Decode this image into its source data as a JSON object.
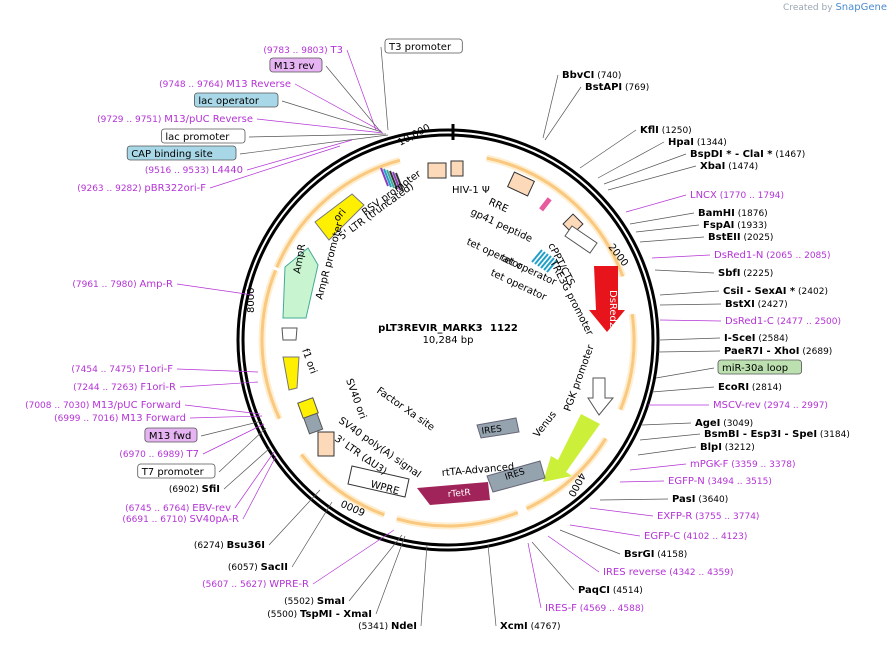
{
  "watermark": {
    "prefix": "Created by",
    "brand": "SnapGene"
  },
  "plasmid": {
    "name": "pLT3REVIR_MARK3",
    "length": "1122",
    "bp": "10,284 bp"
  },
  "colors": {
    "enzyme": "#000000",
    "feature": "#a020c0",
    "backbone": "#000000",
    "orange": "#f3a33c"
  },
  "ticks": [
    "2000",
    "4000",
    "6000",
    "8000",
    "10,000"
  ],
  "labels": [
    {
      "pre": "(9783 .. 9803)",
      "name": "T3",
      "kind": "feature"
    },
    {
      "name": "T3 promoter",
      "kind": "boxed"
    },
    {
      "name": "M13 rev",
      "kind": "boxed-purple"
    },
    {
      "pre": "(9748 .. 9764)",
      "name": "M13 Reverse",
      "kind": "feature"
    },
    {
      "name": "lac operator",
      "kind": "boxed-teal"
    },
    {
      "pre": "(9729 .. 9751)",
      "name": "M13/pUC Reverse",
      "kind": "feature"
    },
    {
      "name": "lac promoter",
      "kind": "boxed"
    },
    {
      "name": "CAP binding site",
      "kind": "boxed-teal"
    },
    {
      "pre": "(9516 .. 9533)",
      "name": "L4440",
      "kind": "feature"
    },
    {
      "pre": "(9263 .. 9282)",
      "name": "pBR322ori-F",
      "kind": "feature"
    },
    {
      "pre": "(7961 .. 7980)",
      "name": "Amp-R",
      "kind": "feature"
    },
    {
      "pre": "(7454 .. 7475)",
      "name": "F1ori-F",
      "kind": "feature"
    },
    {
      "pre": "(7244 .. 7263)",
      "name": "F1ori-R",
      "kind": "feature"
    },
    {
      "pre": "(7008 .. 7030)",
      "name": "M13/pUC Forward",
      "kind": "feature"
    },
    {
      "pre": "(6999 .. 7016)",
      "name": "M13 Forward",
      "kind": "feature"
    },
    {
      "name": "M13 fwd",
      "kind": "boxed-purple"
    },
    {
      "pre": "(6970 .. 6989)",
      "name": "T7",
      "kind": "feature"
    },
    {
      "name": "T7 promoter",
      "kind": "boxed"
    },
    {
      "pre": "(6902)",
      "name": "SfiI",
      "kind": "enzyme"
    },
    {
      "pre": "(6745 .. 6764)",
      "name": "EBV-rev",
      "kind": "feature"
    },
    {
      "pre": "(6691 .. 6710)",
      "name": "SV40pA-R",
      "kind": "feature"
    },
    {
      "pre": "(6274)",
      "name": "Bsu36I",
      "kind": "enzyme"
    },
    {
      "pre": "(6057)",
      "name": "SacII",
      "kind": "enzyme"
    },
    {
      "pre": "(5607 .. 5627)",
      "name": "WPRE-R",
      "kind": "feature"
    },
    {
      "pre": "(5502)",
      "name": "SmaI",
      "kind": "enzyme"
    },
    {
      "pre": "(5500)",
      "name": "TspMI - XmaI",
      "kind": "enzyme"
    },
    {
      "pre": "(5341)",
      "name": "NdeI",
      "kind": "enzyme"
    },
    {
      "name": "XcmI",
      "post": "(4767)",
      "kind": "enzyme"
    },
    {
      "name": "IRES-F",
      "post": "(4569 .. 4588)",
      "kind": "feature"
    },
    {
      "name": "PaqCI",
      "post": "(4514)",
      "kind": "enzyme"
    },
    {
      "name": "IRES reverse",
      "post": "(4342 .. 4359)",
      "kind": "feature"
    },
    {
      "name": "BsrGI",
      "post": "(4158)",
      "kind": "enzyme"
    },
    {
      "name": "EGFP-C",
      "post": "(4102 .. 4123)",
      "kind": "feature"
    },
    {
      "name": "EXFP-R",
      "post": "(3755 .. 3774)",
      "kind": "feature"
    },
    {
      "name": "PasI",
      "post": "(3640)",
      "kind": "enzyme"
    },
    {
      "name": "EGFP-N",
      "post": "(3494 .. 3515)",
      "kind": "feature"
    },
    {
      "name": "mPGK-F",
      "post": "(3359 .. 3378)",
      "kind": "feature"
    },
    {
      "name": "BlpI",
      "post": "(3212)",
      "kind": "enzyme"
    },
    {
      "name": "BsmBI - Esp3I - SpeI",
      "post": "(3184)",
      "kind": "enzyme"
    },
    {
      "name": "AgeI",
      "post": "(3049)",
      "kind": "enzyme"
    },
    {
      "name": "MSCV-rev",
      "post": "(2974 .. 2997)",
      "kind": "feature"
    },
    {
      "name": "EcoRI",
      "post": "(2814)",
      "kind": "enzyme"
    },
    {
      "name": "miR-30a loop",
      "kind": "boxed-green"
    },
    {
      "name": "PaeR7I - XhoI",
      "post": "(2689)",
      "kind": "enzyme"
    },
    {
      "name": "I-SceI",
      "post": "(2584)",
      "kind": "enzyme"
    },
    {
      "name": "DsRed1-C",
      "post": "(2477 .. 2500)",
      "kind": "feature"
    },
    {
      "name": "BstXI",
      "post": "(2427)",
      "kind": "enzyme"
    },
    {
      "name": "CsiI - SexAI *",
      "post": "(2402)",
      "kind": "enzyme"
    },
    {
      "name": "SbfI",
      "post": "(2225)",
      "kind": "enzyme"
    },
    {
      "name": "DsRed1-N",
      "post": "(2065 .. 2085)",
      "kind": "feature"
    },
    {
      "name": "BstEII",
      "post": "(2025)",
      "kind": "enzyme"
    },
    {
      "name": "FspAI",
      "post": "(1933)",
      "kind": "enzyme"
    },
    {
      "name": "BamHI",
      "post": "(1876)",
      "kind": "enzyme"
    },
    {
      "name": "LNCX",
      "post": "(1770 .. 1794)",
      "kind": "feature"
    },
    {
      "name": "XbaI",
      "post": "(1474)",
      "kind": "enzyme"
    },
    {
      "name": "BspDI * - ClaI *",
      "post": "(1467)",
      "kind": "enzyme"
    },
    {
      "name": "HpaI",
      "post": "(1344)",
      "kind": "enzyme"
    },
    {
      "name": "KflI",
      "post": "(1250)",
      "kind": "enzyme"
    },
    {
      "name": "BstAPI",
      "post": "(769)",
      "kind": "enzyme"
    },
    {
      "name": "BbvCI",
      "post": "(740)",
      "kind": "enzyme"
    }
  ],
  "inner_labels": [
    "RSV promoter",
    "5' LTR (truncated)",
    "HIV-1 Ψ",
    "RRE",
    "gp41 peptide",
    "tet operator",
    "tet operator",
    "tet operator",
    "TRE3G promoter",
    "cPPT/CTS",
    "DsRed2",
    "PGK promoter",
    "Venus",
    "IRES",
    "IRES",
    "rtTA-Advanced",
    "rTetR",
    "WPRE",
    "SV40 poly(A) signal",
    "3' LTR (ΔU3)",
    "Factor Xa site",
    "SV40 ori",
    "f1 ori",
    "AmpR",
    "AmpR promoter",
    "ori"
  ]
}
